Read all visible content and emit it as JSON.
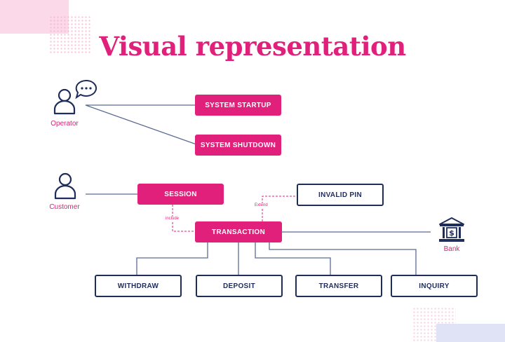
{
  "title": "Visual representation",
  "actors": {
    "operator": "Operator",
    "customer": "Customer",
    "bank": "Bank"
  },
  "use_cases": {
    "system_startup": "SYSTEM STARTUP",
    "system_shutdown": "SYSTEM SHUTDOWN",
    "session": "SESSION",
    "transaction": "TRANSACTION",
    "invalid_pin": "INVALID PIN",
    "withdraw": "WITHDRAW",
    "deposit": "DEPOSIT",
    "transfer": "TRANSFER",
    "inquiry": "INQUIRY"
  },
  "relations": {
    "include": "include",
    "extend": "Extend"
  },
  "icons": {
    "operator": "person-with-speech-bubble-icon",
    "customer": "person-icon",
    "bank": "bank-building-icon"
  },
  "colors": {
    "accent": "#e0207a",
    "navy": "#1f2d5c",
    "line": "#5a6b94"
  }
}
